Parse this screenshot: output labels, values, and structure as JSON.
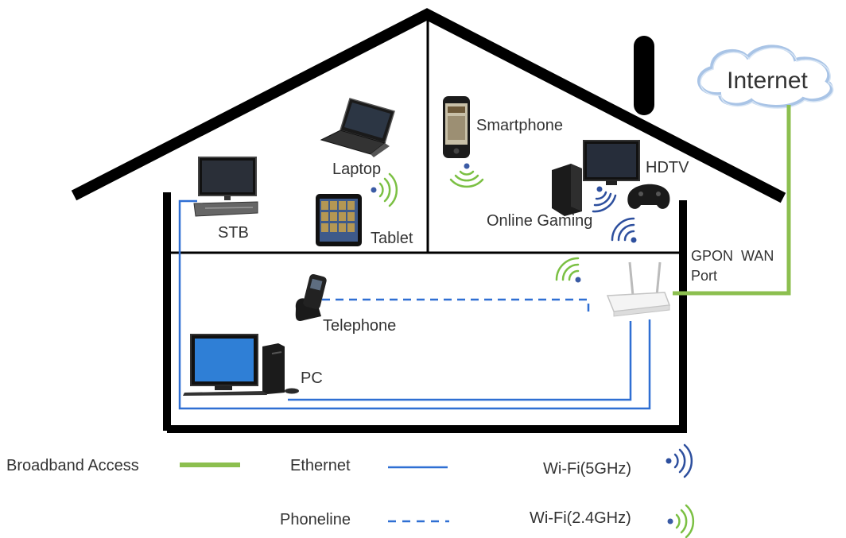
{
  "cloud": {
    "label": "Internet"
  },
  "devices": {
    "laptop": "Laptop",
    "tablet": "Tablet",
    "stb": "STB",
    "smartphone": "Smartphone",
    "hdtv": "HDTV",
    "gaming": "Online Gaming",
    "telephone": "Telephone",
    "pc": "PC",
    "gpon_line1": "GPON  WAN",
    "gpon_line2": "Port"
  },
  "legend": {
    "broadband": "Broadband Access",
    "ethernet": "Ethernet",
    "phoneline": "Phoneline",
    "wifi5": "Wi-Fi(5GHz)",
    "wifi24": "Wi-Fi(2.4GHz)"
  },
  "colors": {
    "broadband": "#8cbf4f",
    "ethernet": "#2f6fd3",
    "wifi5": "#2d4f9e",
    "wifi24": "#7bc043",
    "house": "#000000"
  }
}
